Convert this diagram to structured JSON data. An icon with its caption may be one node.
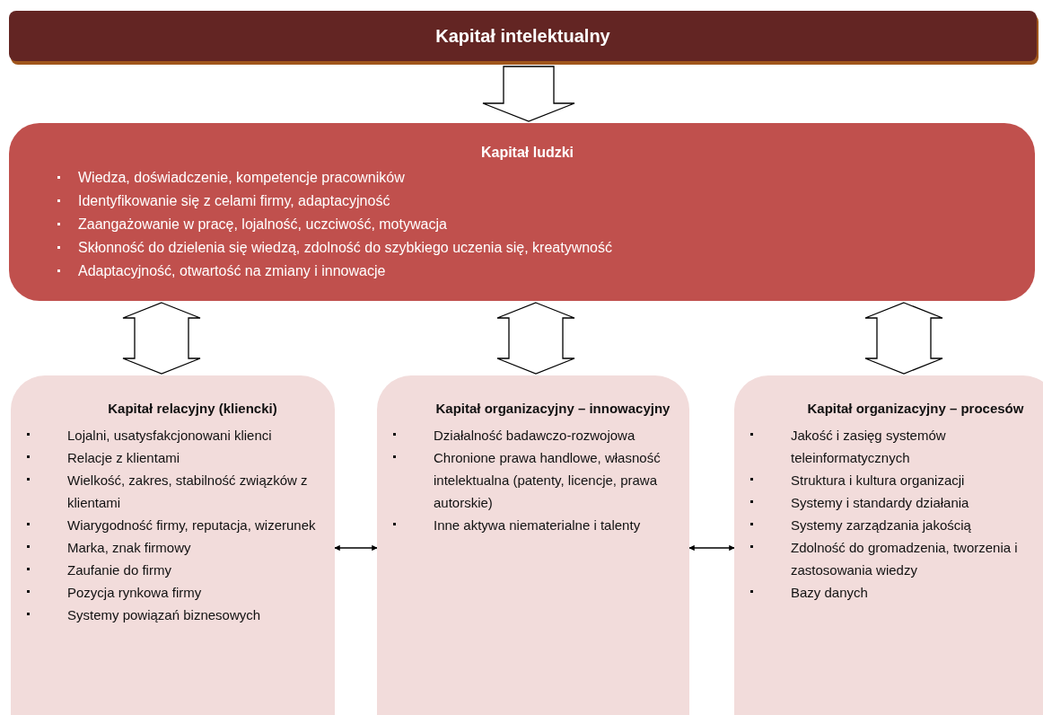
{
  "diagram": {
    "nodes": [
      {
        "text": [
          "Kapitał intelektualny"
        ]
      },
      {
        "text": [
          "Kapitał ludzki",
          "Wiedza, doświadczenie, kompetencje pracowników",
          "Identyfikowanie się z celami firmy, adaptacyjność",
          "Zaangażowanie w pracę, lojalność, uczciwość, motywacja",
          "Skłonność do dzielenia się wiedzą, zdolność do szybkiego uczenia się, kreatywność",
          "Adaptacyjność, otwartość na zmiany i innowacje"
        ]
      },
      {
        "text": [
          "Kapitał relacyjny (kliencki)",
          "Lojalni, usatysfakcjonowani klienci",
          "Relacje z klientami",
          "Wielkość, zakres, stabilność związków z klientami",
          "Wiarygodność firmy, reputacja, wizerunek",
          "Marka, znak firmowy",
          "Zaufanie do firmy",
          "Pozycja rynkowa firmy",
          "Systemy powiązań biznesowych"
        ]
      },
      {
        "text": [
          "Kapitał organizacyjny – innowacyjny",
          "Działalność badawczo-rozwojowa",
          "Chronione prawa handlowe, własność intelektualna (patenty, licencje, prawa autorskie)",
          "Inne aktywa niematerialne i talenty"
        ]
      },
      {
        "text": [
          "Kapitał organizacyjny – procesów",
          "Jakość i zasięg systemów teleinformatycznych",
          "Struktura i kultura organizacji",
          "Systemy i standardy działania",
          "Systemy zarządzania jakością",
          "Zdolność do gromadzenia, tworzenia i zastosowania wiedzy",
          "Bazy danych"
        ]
      }
    ],
    "edges": [
      {
        "from": 0,
        "to": 1,
        "arrow": "to",
        "style": "thick"
      },
      {
        "from": 1,
        "to": 2,
        "arrow": "both",
        "style": "thick"
      },
      {
        "from": 1,
        "to": 3,
        "arrow": "both",
        "style": "thick"
      },
      {
        "from": 1,
        "to": 4,
        "arrow": "both",
        "style": "thick"
      },
      {
        "from": 2,
        "to": 3,
        "arrow": "both"
      },
      {
        "from": 3,
        "to": 4,
        "arrow": "both"
      }
    ]
  }
}
